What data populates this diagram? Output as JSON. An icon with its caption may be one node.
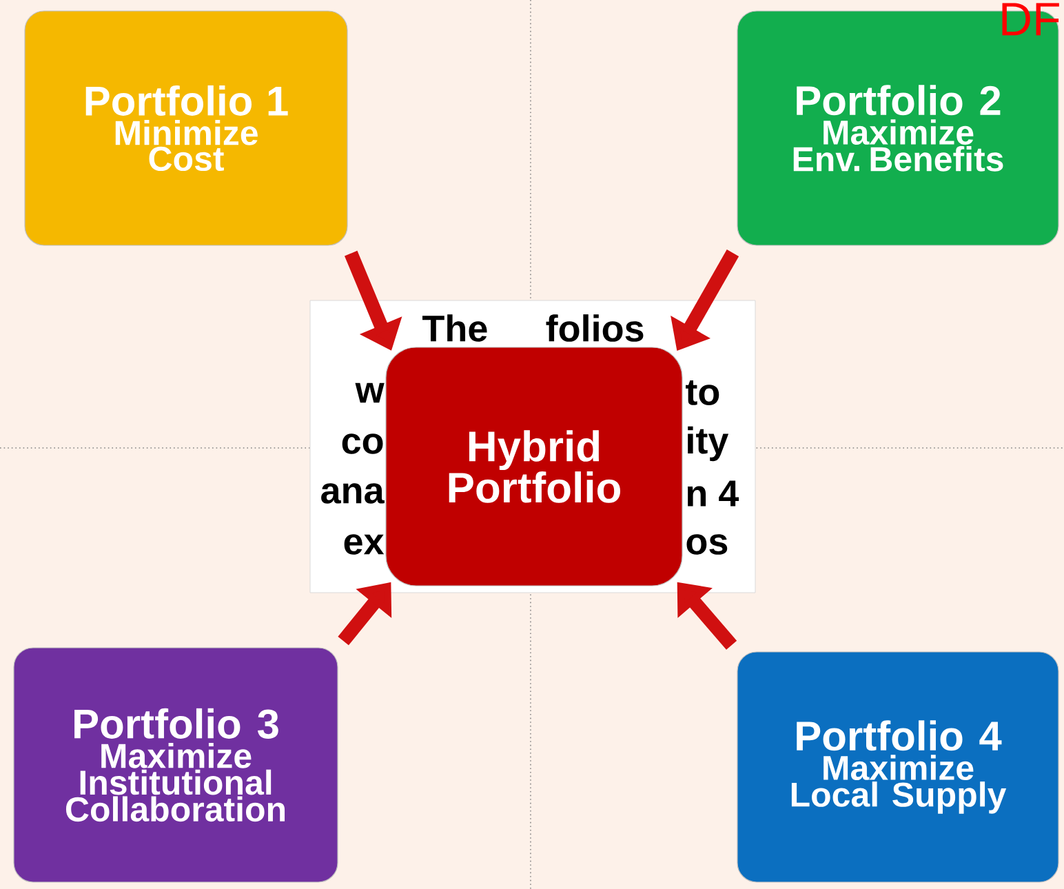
{
  "diagram": {
    "nodes": [
      {
        "text": [
          "Portfolio 1",
          "Minimize Cost"
        ]
      },
      {
        "text": [
          "Portfolio 2",
          "Maximize Env. Benefits"
        ]
      },
      {
        "text": [
          "The",
          "folios",
          "w",
          "to",
          "co",
          "ity",
          "ana",
          "n 4",
          "ex",
          "os"
        ]
      },
      {
        "text": [
          "Hybrid Portfolio"
        ],
        "in": 2
      },
      {
        "text": [
          "Portfolio 3",
          "Maximize Institutional Collaboration"
        ]
      },
      {
        "text": [
          "Portfolio 4",
          "Maximize Local Supply"
        ]
      }
    ],
    "edges": [
      {
        "from": 0,
        "to": 3,
        "arrow": "to"
      },
      {
        "from": 1,
        "to": 3,
        "arrow": "to"
      },
      {
        "from": 4,
        "to": 3,
        "arrow": "to"
      },
      {
        "from": 5,
        "to": 3,
        "arrow": "to"
      }
    ],
    "labels": [
      "DF"
    ]
  }
}
